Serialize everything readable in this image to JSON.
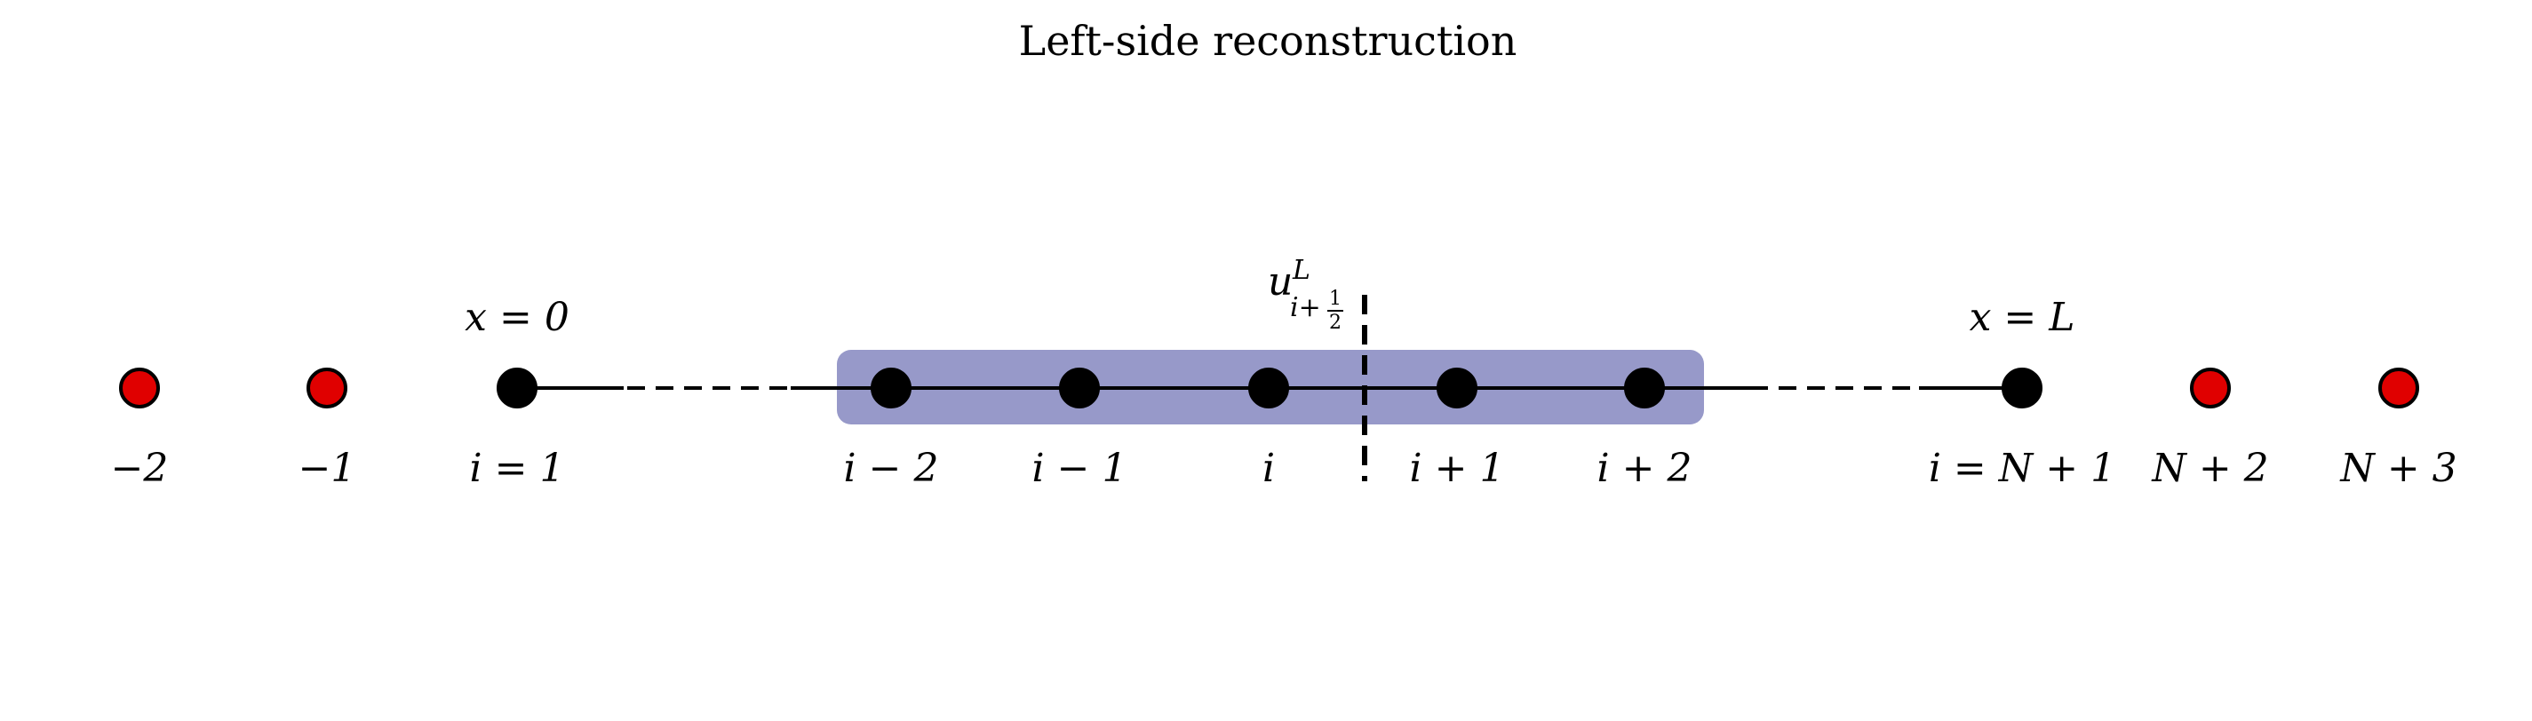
{
  "title": "Left-side reconstruction",
  "colors": {
    "interior_node": "#000000",
    "ghost_node": "#e00000",
    "stencil_highlight": "#9799c9",
    "line": "#000000"
  },
  "boundaries": {
    "left": "x = 0",
    "right": "x = L"
  },
  "interface": {
    "var": "u",
    "sup": "L",
    "sub_prefix": "i+",
    "frac_num": "1",
    "frac_den": "2"
  },
  "nodes": [
    {
      "label": "−2",
      "kind": "ghost"
    },
    {
      "label": "−1",
      "kind": "ghost"
    },
    {
      "label": "i = 1",
      "kind": "interior"
    },
    {
      "label": "i − 2",
      "kind": "interior",
      "stencil": true
    },
    {
      "label": "i − 1",
      "kind": "interior",
      "stencil": true
    },
    {
      "label": "i",
      "kind": "interior",
      "stencil": true
    },
    {
      "label": "i + 1",
      "kind": "interior",
      "stencil": true
    },
    {
      "label": "i + 2",
      "kind": "interior",
      "stencil": true
    },
    {
      "label": "i = N + 1",
      "kind": "interior"
    },
    {
      "label": "N + 2",
      "kind": "ghost"
    },
    {
      "label": "N + 3",
      "kind": "ghost"
    }
  ]
}
